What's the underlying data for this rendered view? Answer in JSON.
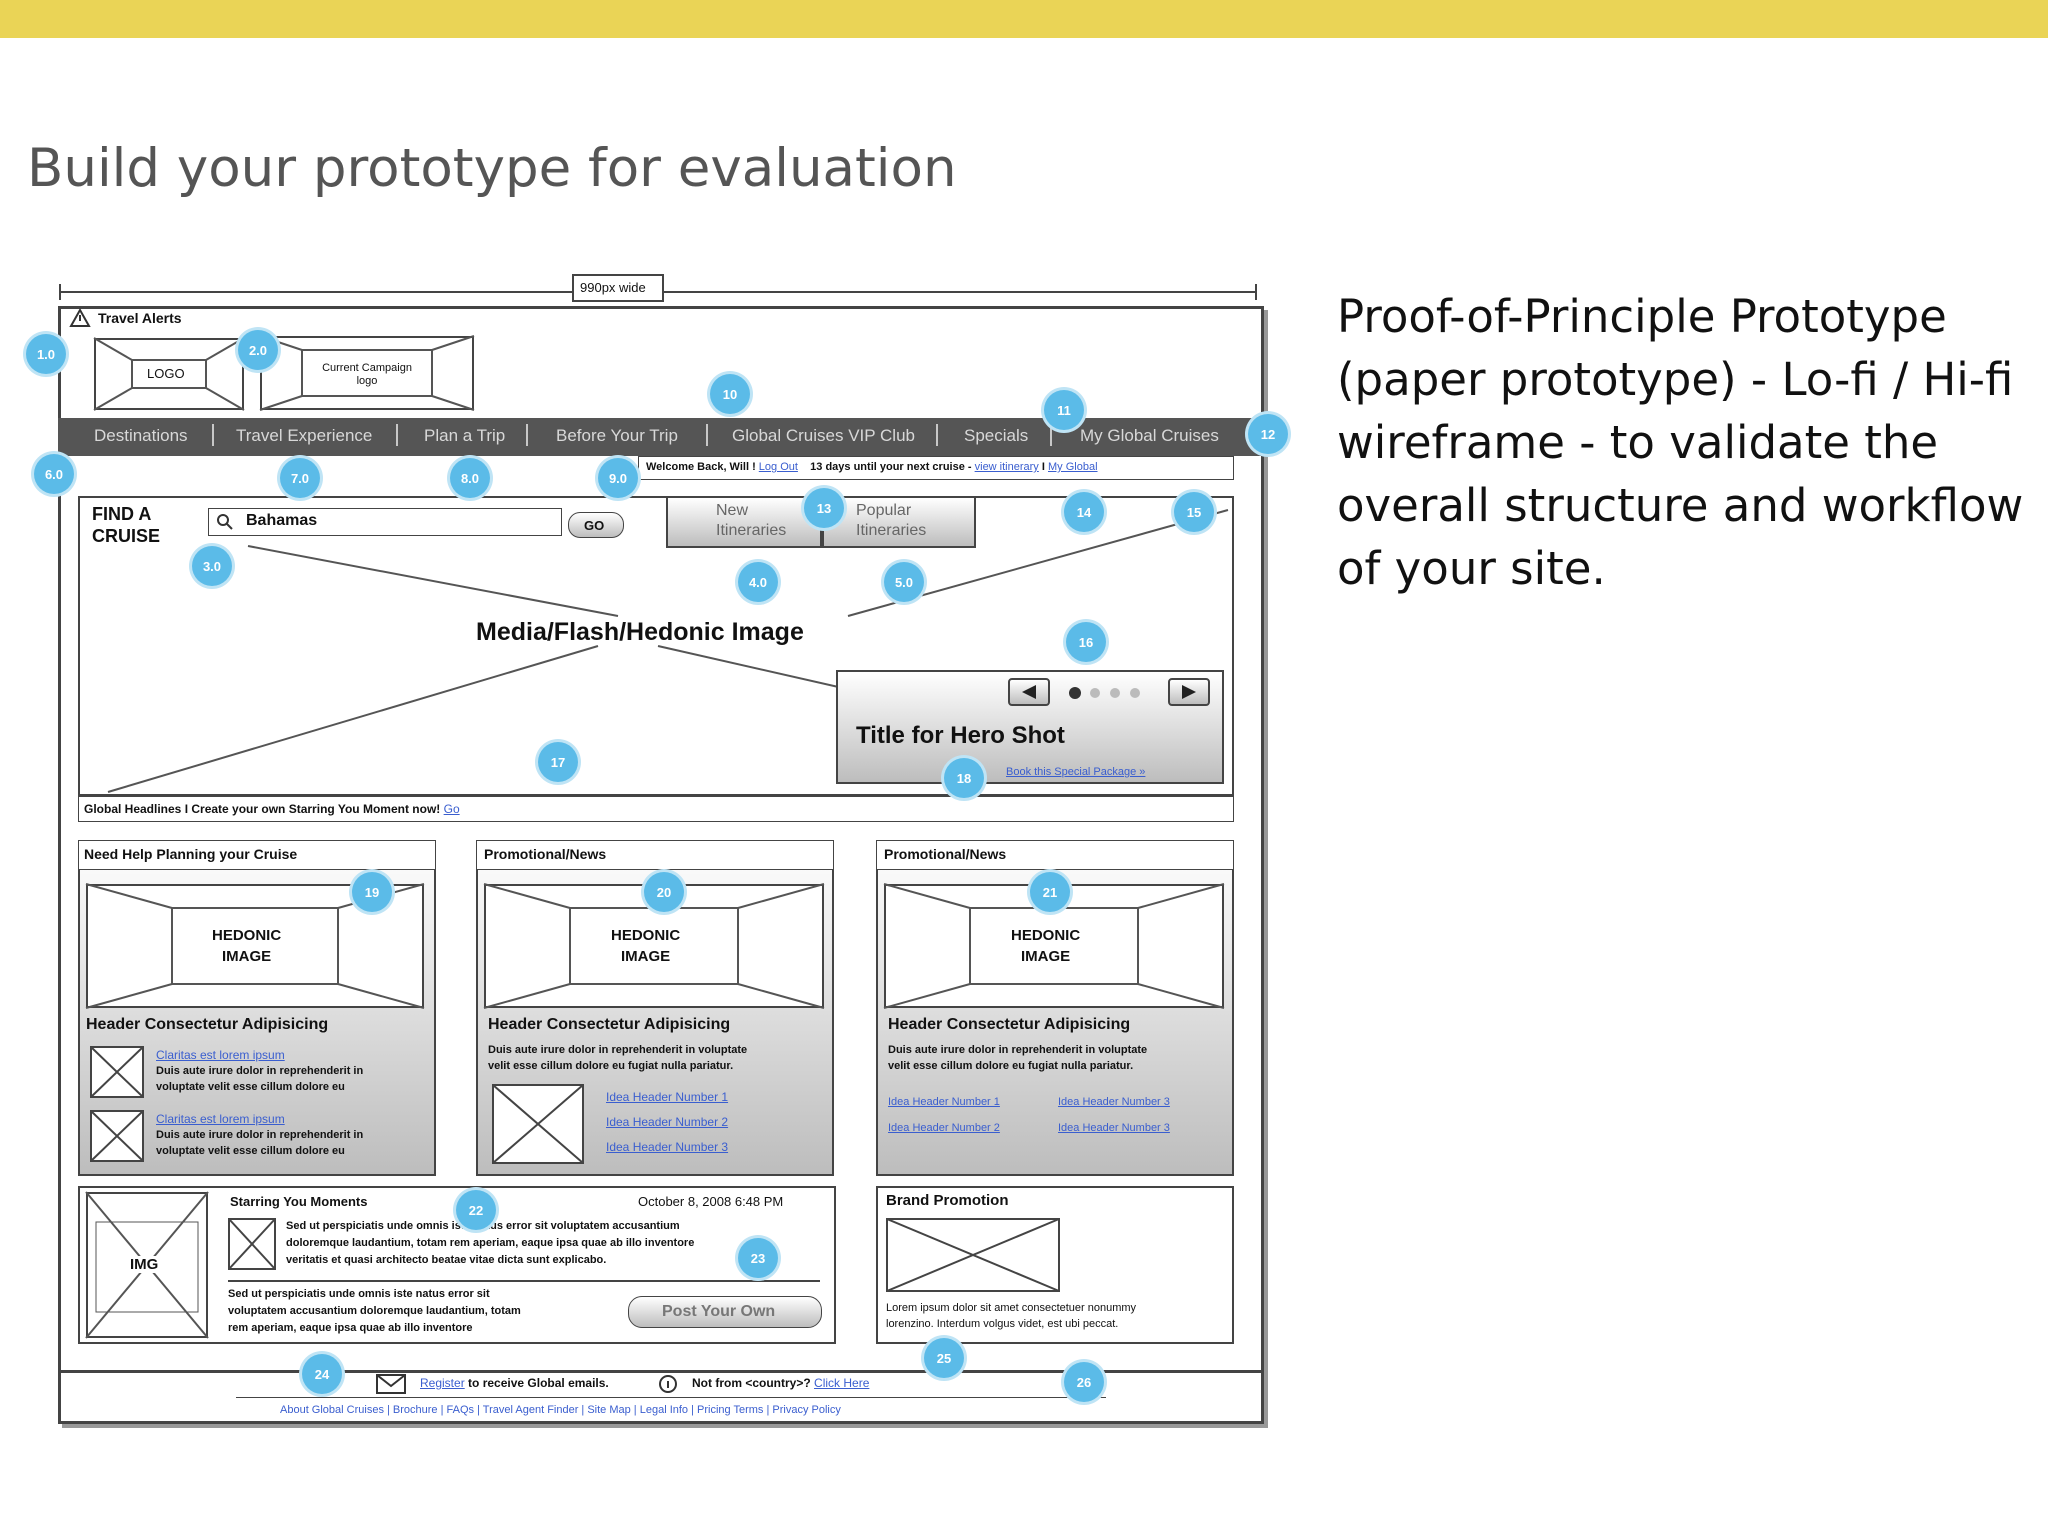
{
  "slide": {
    "title": "Build your prototype for evaluation",
    "caption": "Proof-of-Principle Prototype (paper prototype) - Lo-fi / Hi-fi wireframe - to validate the overall structure and workflow of your site."
  },
  "colors": {
    "accent_bar": "#ead456",
    "marker": "#5bbbe8",
    "nav": "#555555"
  },
  "wireframe": {
    "width_label": "990px wide",
    "travel_alerts": "Travel Alerts",
    "logo": "LOGO",
    "campaign": "Current Campaign logo",
    "nav": [
      "Destinations",
      "Travel Experience",
      "Plan a Trip",
      "Before Your Trip",
      "Global Cruises VIP Club",
      "Specials",
      "My Global Cruises"
    ],
    "welcome": {
      "text": "Welcome Back, Will !",
      "logout": "Log Out",
      "countdown": "13 days until your next cruise -",
      "itinerary": "view itinerary",
      "sep": "I",
      "my_global": "My Global"
    },
    "find": {
      "label_1": "FIND A",
      "label_2": "CRUISE",
      "value": "Bahamas",
      "go": "GO"
    },
    "tabs": {
      "new_1": "New",
      "new_2": "Itineraries",
      "popular_1": "Popular",
      "popular_2": "Itineraries"
    },
    "hero": {
      "media_label": "Media/Flash/Hedonic Image",
      "title": "Title for Hero Shot",
      "link": "Book this Special Package »"
    },
    "headline": {
      "text": "Global Headlines I Create your own Starring You Moment now!",
      "go": "Go"
    },
    "col1": {
      "header": "Need Help Planning your Cruise",
      "image_1": "HEDONIC",
      "image_2": "IMAGE",
      "subheader": "Header Consectetur Adipisicing",
      "link_a": "Claritas est lorem ipsum",
      "body_a_1": "Duis aute irure dolor in reprehenderit in",
      "body_a_2": "voluptate velit esse cillum dolore eu",
      "link_b": "Claritas est lorem ipsum",
      "body_b_1": "Duis aute irure dolor in reprehenderit in",
      "body_b_2": "voluptate velit esse cillum dolore eu"
    },
    "col2": {
      "header": "Promotional/News",
      "image_1": "HEDONIC",
      "image_2": "IMAGE",
      "subheader": "Header Consectetur Adipisicing",
      "body_1": "Duis aute irure dolor in reprehenderit in voluptate",
      "body_2": "velit esse cillum dolore eu fugiat nulla pariatur.",
      "links": [
        "Idea Header Number 1",
        "Idea Header Number 2",
        "Idea Header Number 3"
      ]
    },
    "col3": {
      "header": "Promotional/News",
      "image_1": "HEDONIC",
      "image_2": "IMAGE",
      "subheader": "Header Consectetur Adipisicing",
      "body_1": "Duis aute irure dolor in reprehenderit in voluptate",
      "body_2": "velit esse cillum dolore eu fugiat nulla pariatur.",
      "links": [
        "Idea Header Number 1",
        "Idea Header Number 2",
        "Idea Header Number 3",
        "Idea Header Number 3"
      ]
    },
    "moments": {
      "img": "IMG",
      "title": "Starring You Moments",
      "date": "October 8, 2008 6:48 PM",
      "body_1": "Sed ut perspiciatis unde omnis iste natus error sit voluptatem accusantium",
      "body_2": "doloremque laudantium, totam rem aperiam, eaque ipsa quae ab illo inventore",
      "body_3": "veritatis et quasi architecto beatae vitae dicta sunt explicabo.",
      "body2_1": "Sed ut perspiciatis unde omnis iste natus error sit",
      "body2_2": "voluptatem accusantium doloremque laudantium, totam",
      "body2_3": "rem aperiam, eaque ipsa quae ab illo inventore",
      "button": "Post Your Own"
    },
    "brand": {
      "title": "Brand Promotion",
      "body_1": "Lorem ipsum dolor sit amet consectetuer nonummy",
      "body_2": "lorenzino. Interdum volgus videt, est ubi peccat."
    },
    "footer": {
      "register": "Register",
      "register_rest": "to receive Global emails.",
      "country": "Not from <country>?",
      "click_here": "Click Here",
      "links": "About Global Cruises | Brochure | FAQs | Travel Agent Finder | Site Map | Legal Info | Pricing Terms | Privacy Policy"
    },
    "markers": [
      "1.0",
      "2.0",
      "3.0",
      "4.0",
      "5.0",
      "6.0",
      "7.0",
      "8.0",
      "9.0",
      "10",
      "11",
      "12",
      "13",
      "14",
      "15",
      "16",
      "17",
      "18",
      "19",
      "20",
      "21",
      "22",
      "23",
      "24",
      "25",
      "26"
    ]
  }
}
